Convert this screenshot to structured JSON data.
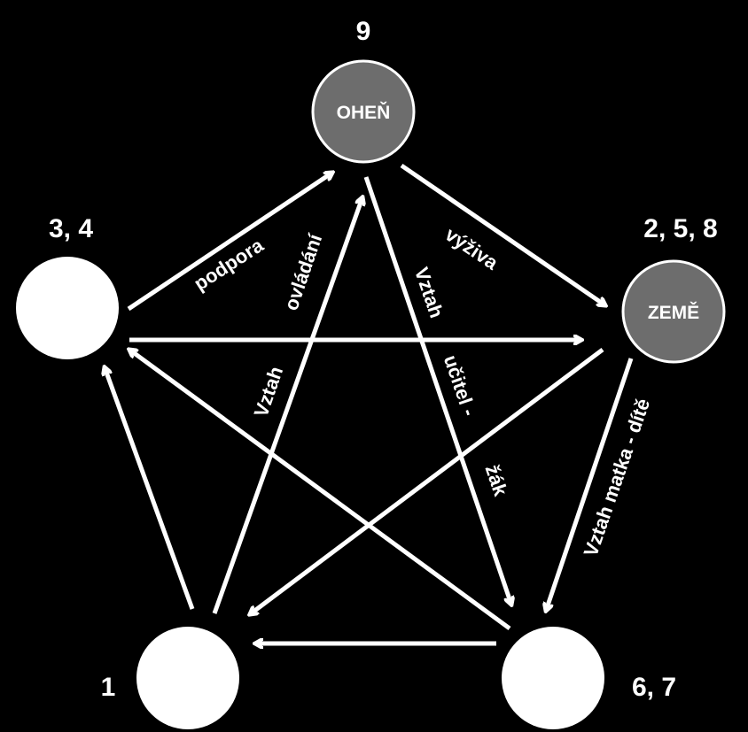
{
  "colors": {
    "background": "#000000",
    "arrow": "#ffffff",
    "filled_node": "#6d6d6d",
    "empty_node": "#ffffff",
    "node_border": "#ffffff"
  },
  "nodes": {
    "top": {
      "name": "OHEŇ",
      "numbers": "9"
    },
    "right": {
      "name": "ZEMĚ",
      "numbers": "2, 5, 8"
    },
    "left": {
      "name": "",
      "numbers": "3, 4"
    },
    "bottom_left": {
      "name": "",
      "numbers": "1"
    },
    "bottom_right": {
      "name": "",
      "numbers": "6, 7"
    }
  },
  "labels": {
    "podpora": "podpora",
    "vyziva": "výživa",
    "ovladani": "ovládání",
    "vztah_left": "Vztah",
    "vztah_right": "Vztah",
    "ucitel": "učitel -",
    "zak": "žák",
    "matka": "Vztah matka - dítě"
  }
}
